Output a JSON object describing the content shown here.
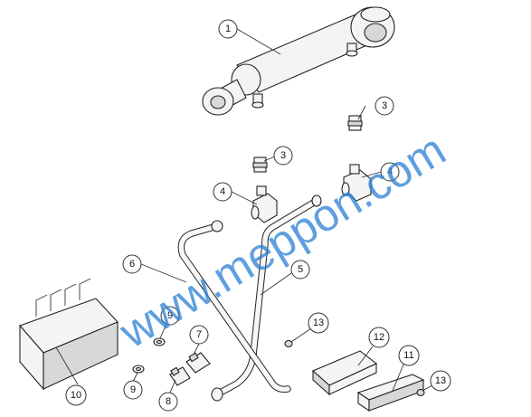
{
  "callouts": [
    {
      "id": "c1",
      "label": "1"
    },
    {
      "id": "c3a",
      "label": "3"
    },
    {
      "id": "c3b",
      "label": "3"
    },
    {
      "id": "c4a",
      "label": "4"
    },
    {
      "id": "c4b",
      "label": "4"
    },
    {
      "id": "c5",
      "label": "5"
    },
    {
      "id": "c6",
      "label": "6"
    },
    {
      "id": "c7",
      "label": "7"
    },
    {
      "id": "c8",
      "label": "8"
    },
    {
      "id": "c9a",
      "label": "9"
    },
    {
      "id": "c9b",
      "label": "9"
    },
    {
      "id": "c10",
      "label": "10"
    },
    {
      "id": "c11",
      "label": "11"
    },
    {
      "id": "c12",
      "label": "12"
    },
    {
      "id": "c13a",
      "label": "13"
    },
    {
      "id": "c13b",
      "label": "13"
    }
  ],
  "watermark": "www.meppon.com"
}
